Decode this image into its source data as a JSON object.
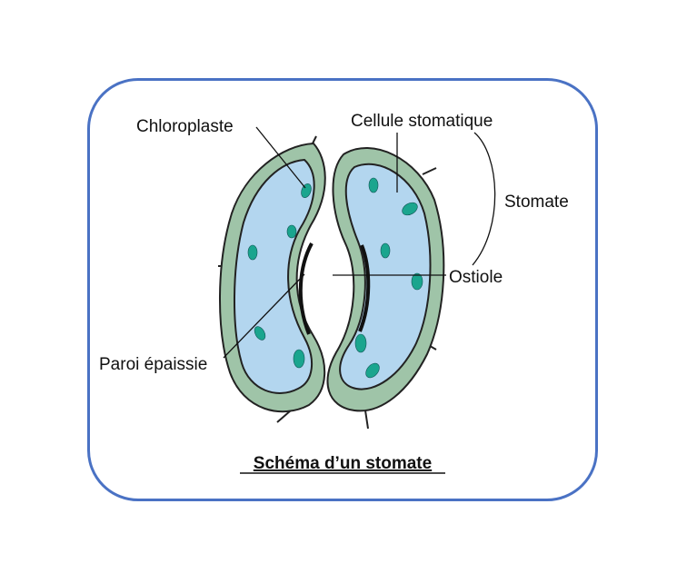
{
  "labels": {
    "chloroplaste": "Chloroplaste",
    "cellule_stomatique": "Cellule stomatique",
    "stomate": "Stomate",
    "ostiole": "Ostiole",
    "paroi": "Paroi épaissie"
  },
  "caption": "Schéma d’un stomate",
  "colors": {
    "frame": "#4a72c4",
    "cell_wall": "#9fc4a8",
    "cytoplasm": "#b3d6ef",
    "chloroplast": "#1aa58e",
    "outline": "#222222"
  }
}
